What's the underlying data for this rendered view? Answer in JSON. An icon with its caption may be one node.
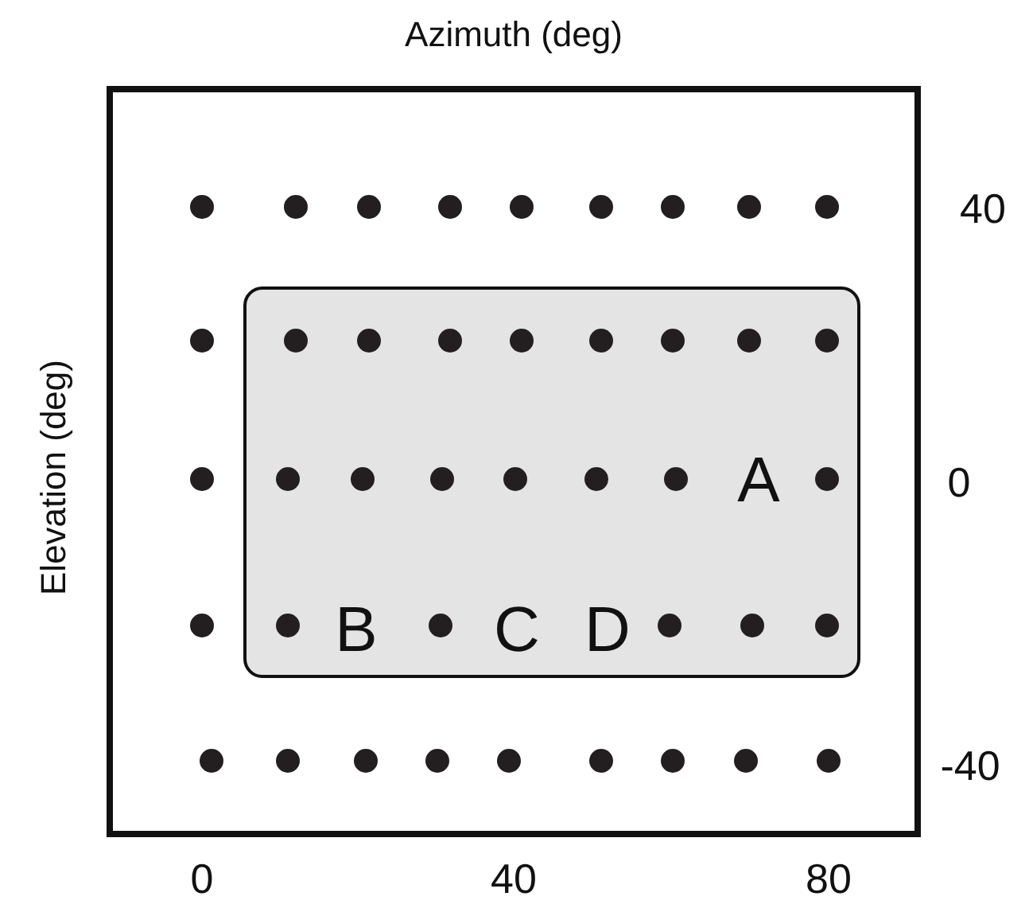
{
  "diagram": {
    "nodes": [
      {
        "text": [
          "A",
          "B",
          "C",
          "D"
        ]
      }
    ],
    "edges": [],
    "labels": [
      "Azimuth (deg)",
      "Elevation (deg)",
      "40",
      "0",
      "-40",
      "0",
      "40",
      "80"
    ]
  }
}
